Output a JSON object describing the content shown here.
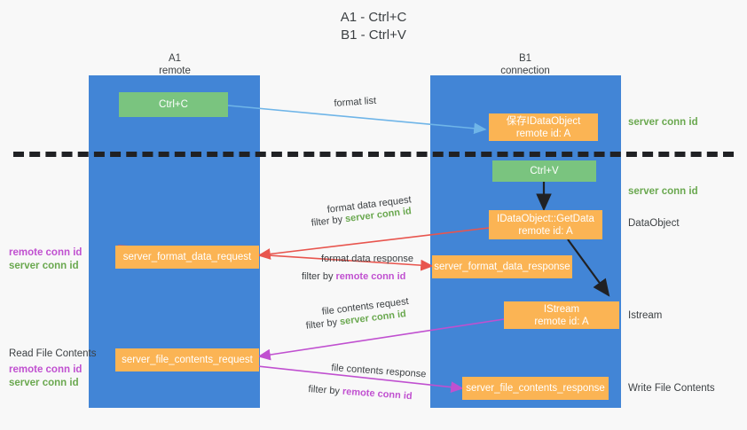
{
  "title": {
    "line1": "A1 - Ctrl+C",
    "line2": "B1 - Ctrl+V"
  },
  "columns": [
    {
      "name": "A1",
      "sub": "remote"
    },
    {
      "name": "B1",
      "sub": "connection"
    }
  ],
  "nodes": {
    "ctrl_c": "Ctrl+C",
    "ctrl_v": "Ctrl+V",
    "save_idataobject_line1": "保存IDataObject",
    "save_idataobject_line2": "remote id: A",
    "getdata_line1": "IDataObject::GetData",
    "getdata_line2": "remote id: A",
    "istream_line1": "IStream",
    "istream_line2": "remote id: A",
    "server_format_data_request": "server_format_data_request",
    "server_format_data_response": "server_format_data_response",
    "server_file_contents_request": "server_file_contents_request",
    "server_file_contents_response": "server_file_contents_response"
  },
  "right_labels": {
    "server_conn_id_top": "server conn id",
    "server_conn_id_mid": "server conn id",
    "dataobject": "DataObject",
    "istream": "Istream",
    "write_file_contents": "Write File Contents"
  },
  "left_labels": {
    "format_remote_conn_id": "remote conn id",
    "format_server_conn_id": "server conn id",
    "read_file_contents": "Read File Contents",
    "file_remote_conn_id": "remote conn id",
    "file_server_conn_id": "server conn id"
  },
  "edges": {
    "format_list": "format list",
    "format_data_request": "format data request",
    "format_data_request_filter_prefix": "filter by ",
    "format_data_request_filter_value": "server conn id",
    "format_data_response": "format data response",
    "format_data_response_filter_prefix": "filter by ",
    "format_data_response_filter_value": "remote conn id",
    "file_contents_request": "file contents request",
    "file_contents_request_filter_prefix": "filter by ",
    "file_contents_request_filter_value": "server conn id",
    "file_contents_response": "file contents response",
    "file_contents_response_filter_prefix": "filter by ",
    "file_contents_response_filter_value": "remote conn id"
  },
  "colors": {
    "band": "#4285d6",
    "green_node": "#7ac47f",
    "orange_node": "#fbb454",
    "green_text": "#6aa84f",
    "magenta_text": "#c050d0",
    "light_blue_arrow": "#6fb5e8",
    "red_arrow": "#e8554e",
    "dark_arrow": "#202124",
    "divider": "#202124"
  }
}
